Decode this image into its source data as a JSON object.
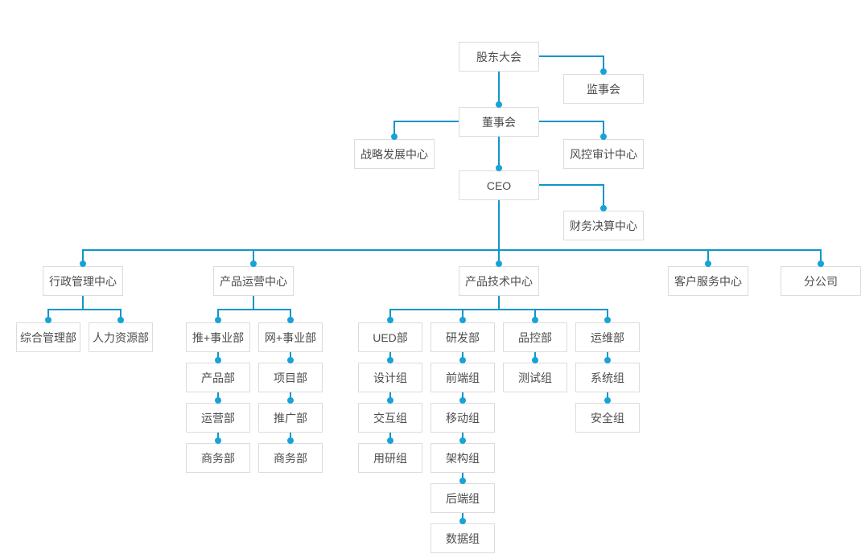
{
  "diagram": {
    "type": "org-chart",
    "colors": {
      "canvas-bg": "#ffffff",
      "node-bg": "#ffffff",
      "node-border": "#dcdcdc",
      "node-text": "#4d4d4d",
      "line": "#1095ca",
      "dot": "#17a3d8"
    },
    "nodes": {
      "shareholders": "股东大会",
      "supervisory": "监事会",
      "board": "董事会",
      "strategy": "战略发展中心",
      "risk": "风控审计中心",
      "ceo": "CEO",
      "finance": "财务决算中心",
      "admin_center": "行政管理中心",
      "ops_center": "产品运营中心",
      "tech_center": "产品技术中心",
      "service_center": "客户服务中心",
      "branch": "分公司",
      "admin_general": "综合管理部",
      "admin_hr": "人力资源部",
      "tui_bu": "推+事业部",
      "tui_product": "产品部",
      "tui_operation": "运营部",
      "tui_business": "商务部",
      "wang_bu": "网+事业部",
      "wang_project": "项目部",
      "wang_promotion": "推广部",
      "wang_business": "商务部",
      "ued": "UED部",
      "ued_design": "设计组",
      "ued_interaction": "交互组",
      "ued_research": "用研组",
      "rd": "研发部",
      "rd_frontend": "前端组",
      "rd_mobile": "移动组",
      "rd_architecture": "架构组",
      "rd_backend": "后端组",
      "rd_data": "数据组",
      "qc": "品控部",
      "qc_test": "测试组",
      "om": "运维部",
      "om_system": "系统组",
      "om_security": "安全组"
    },
    "hierarchy": {
      "label": "股东大会",
      "children": [
        {
          "label": "监事会"
        },
        {
          "label": "董事会",
          "children": [
            {
              "label": "战略发展中心"
            },
            {
              "label": "风控审计中心"
            },
            {
              "label": "CEO",
              "children": [
                {
                  "label": "财务决算中心"
                },
                {
                  "label": "行政管理中心",
                  "children": [
                    {
                      "label": "综合管理部"
                    },
                    {
                      "label": "人力资源部"
                    }
                  ]
                },
                {
                  "label": "产品运营中心",
                  "children": [
                    {
                      "label": "推+事业部",
                      "stack": [
                        "产品部",
                        "运营部",
                        "商务部"
                      ]
                    },
                    {
                      "label": "网+事业部",
                      "stack": [
                        "项目部",
                        "推广部",
                        "商务部"
                      ]
                    }
                  ]
                },
                {
                  "label": "产品技术中心",
                  "children": [
                    {
                      "label": "UED部",
                      "stack": [
                        "设计组",
                        "交互组",
                        "用研组"
                      ]
                    },
                    {
                      "label": "研发部",
                      "stack": [
                        "前端组",
                        "移动组",
                        "架构组",
                        "后端组",
                        "数据组"
                      ]
                    },
                    {
                      "label": "品控部",
                      "stack": [
                        "测试组"
                      ]
                    },
                    {
                      "label": "运维部",
                      "stack": [
                        "系统组",
                        "安全组"
                      ]
                    }
                  ]
                },
                {
                  "label": "客户服务中心"
                },
                {
                  "label": "分公司"
                }
              ]
            }
          ]
        }
      ]
    }
  }
}
